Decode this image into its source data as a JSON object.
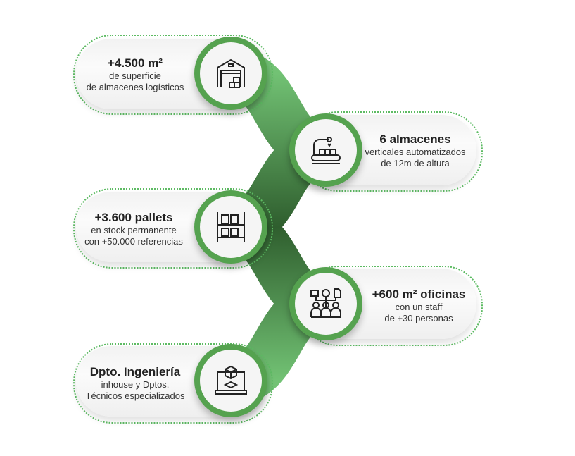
{
  "items": [
    {
      "title": "+4.500 m²",
      "line1": "de superficie",
      "line2": "de almacenes logísticos",
      "icon": "warehouse-icon"
    },
    {
      "title": "6 almacenes",
      "line1": "verticales automatizados",
      "line2": "de 12m de altura",
      "icon": "robotic-conveyor-icon"
    },
    {
      "title": "+3.600 pallets",
      "line1": "en stock permanente",
      "line2": "con +50.000 referencias",
      "icon": "pallet-rack-icon"
    },
    {
      "title": "+600 m² oficinas",
      "line1": "con un staff",
      "line2": "de +30 personas",
      "icon": "office-staff-icon"
    },
    {
      "title": "Dpto. Ingeniería",
      "line1": "inhouse y Dptos.",
      "line2": "Técnicos especializados",
      "icon": "laptop-3d-design-icon"
    }
  ],
  "colors": {
    "light_green": "#72c274",
    "mid_green": "#55a24f",
    "dark_green": "#2f5e2e"
  }
}
